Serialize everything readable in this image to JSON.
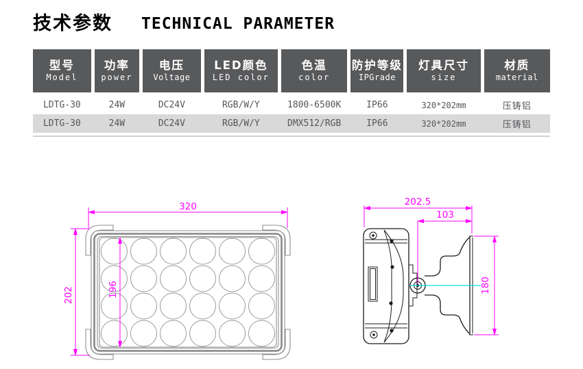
{
  "title": {
    "zh": "技术参数",
    "en": "TECHNICAL PARAMETER"
  },
  "table": {
    "header_bg": "#58595b",
    "row_alt_bg": "#d9d9d9",
    "text_color": "#545559",
    "columns": [
      {
        "zh": "型号",
        "en": "Model"
      },
      {
        "zh": "功率",
        "en": "power"
      },
      {
        "zh": "电压",
        "en": "Voltage"
      },
      {
        "zh": "LED颜色",
        "en": "LED color"
      },
      {
        "zh": "色温",
        "en": "color"
      },
      {
        "zh": "防护等级",
        "en": "IPGrade"
      },
      {
        "zh": "灯具尺寸",
        "en": "size"
      },
      {
        "zh": "材质",
        "en": "material"
      }
    ],
    "rows": [
      [
        "LDTG-30",
        "24W",
        "DC24V",
        "RGB/W/Y",
        "1800-6500K",
        "IP66",
        "320*202mm",
        "压铸铝"
      ],
      [
        "LDTG-30",
        "24W",
        "DC24V",
        "RGB/W/Y",
        "DMX512/RGB",
        "IP66",
        "320*202mm",
        "压铸铝"
      ]
    ]
  },
  "drawings": {
    "dim_color": "#ff00ff",
    "centerline_color": "#00e1e1",
    "front_view": {
      "width_mm": "320",
      "height_mm": "202",
      "inner_height_mm": "196",
      "led_grid": {
        "cols": 6,
        "rows": 4
      }
    },
    "side_view": {
      "total_depth_mm": "202.5",
      "bracket_depth_mm": "103",
      "mount_plate_height_mm": "180"
    }
  }
}
